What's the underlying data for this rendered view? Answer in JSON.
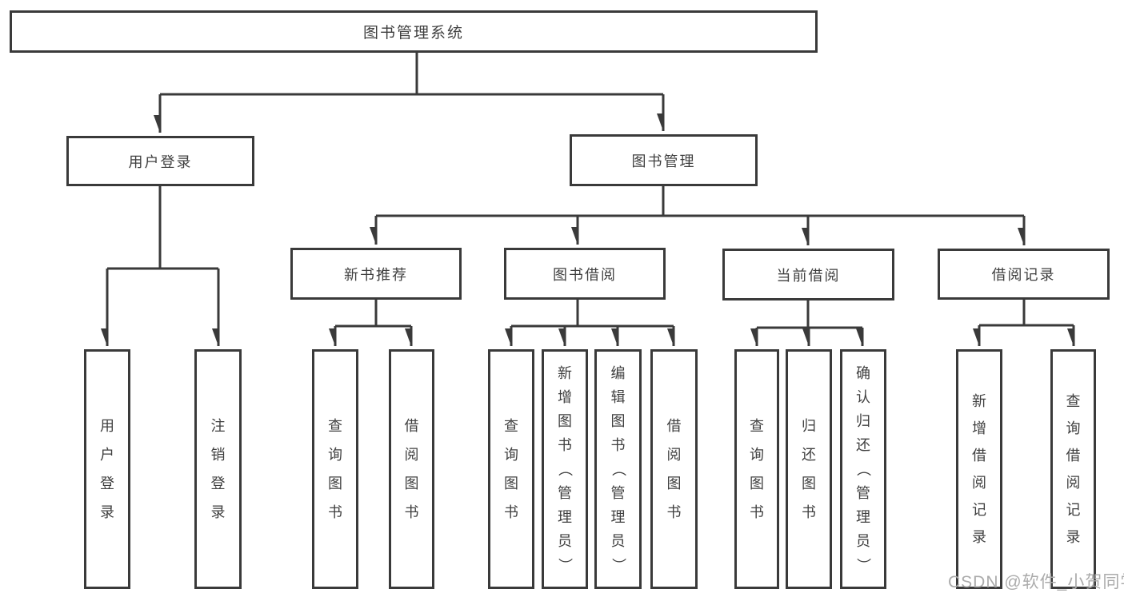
{
  "tree": {
    "label": "图书管理系统",
    "children": [
      {
        "label": "用户登录",
        "children": [
          {
            "label": "用户登录"
          },
          {
            "label": "注销登录"
          }
        ]
      },
      {
        "label": "图书管理",
        "children": [
          {
            "label": "新书推荐",
            "children": [
              {
                "label": "查询图书"
              },
              {
                "label": "借阅图书"
              }
            ]
          },
          {
            "label": "图书借阅",
            "children": [
              {
                "label": "查询图书"
              },
              {
                "label": "新增图书（管理员）"
              },
              {
                "label": "编辑图书（管理员）"
              },
              {
                "label": "借阅图书"
              }
            ]
          },
          {
            "label": "当前借阅",
            "children": [
              {
                "label": "查询图书"
              },
              {
                "label": "归还图书"
              },
              {
                "label": "确认归还（管理员）"
              }
            ]
          },
          {
            "label": "借阅记录",
            "children": [
              {
                "label": "新增借阅记录"
              },
              {
                "label": "查询借阅记录"
              }
            ]
          }
        ]
      }
    ]
  },
  "watermark": "CSDN @软件_小贺同学",
  "colors": {
    "line": "#3a3a3a",
    "text": "#3f3f3f",
    "box_background": "#ffffff",
    "page_background": "#ffffff",
    "watermark": "#ababab"
  }
}
